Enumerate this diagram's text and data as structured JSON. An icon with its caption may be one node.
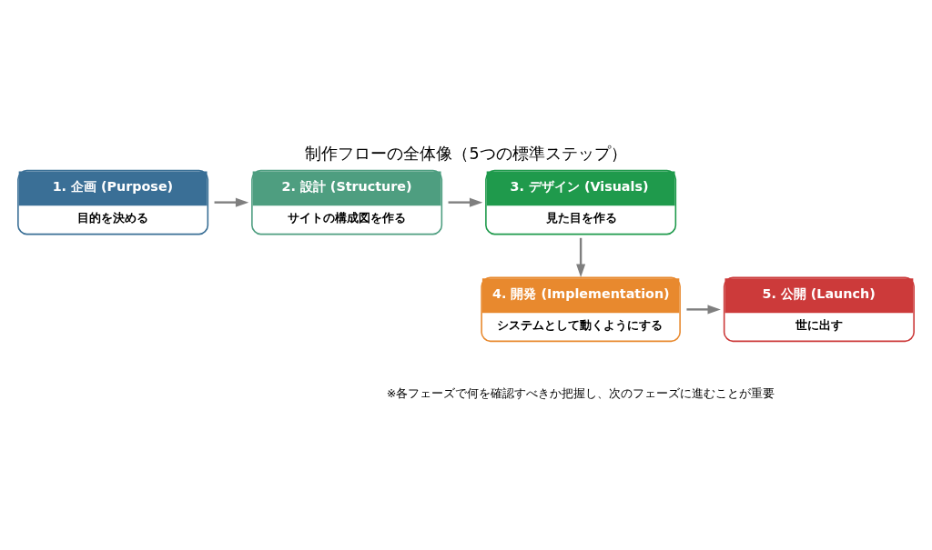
{
  "diagram": {
    "title": "制作フローの全体像（5つの標準ステップ）",
    "caption": "※各フェーズで何を確認すべきか把握し、次のフェーズに進むことが重要",
    "nodes": [
      {
        "text": [
          "1. 企画 (Purpose)",
          "目的を決める"
        ]
      },
      {
        "text": [
          "2. 設計 (Structure)",
          "サイトの構成図を作る"
        ]
      },
      {
        "text": [
          "3. デザイン (Visuals)",
          "見た目を作る"
        ]
      },
      {
        "text": [
          "4. 開発 (Implementation)",
          "システムとして動くようにする"
        ]
      },
      {
        "text": [
          "5. 公開 (Launch)",
          "世に出す"
        ]
      }
    ],
    "edges": [
      {
        "from": 0,
        "to": 1,
        "arrow": "to"
      },
      {
        "from": 1,
        "to": 2,
        "arrow": "to"
      },
      {
        "from": 2,
        "to": 3,
        "arrow": "to"
      },
      {
        "from": 3,
        "to": 4,
        "arrow": "to"
      }
    ]
  }
}
